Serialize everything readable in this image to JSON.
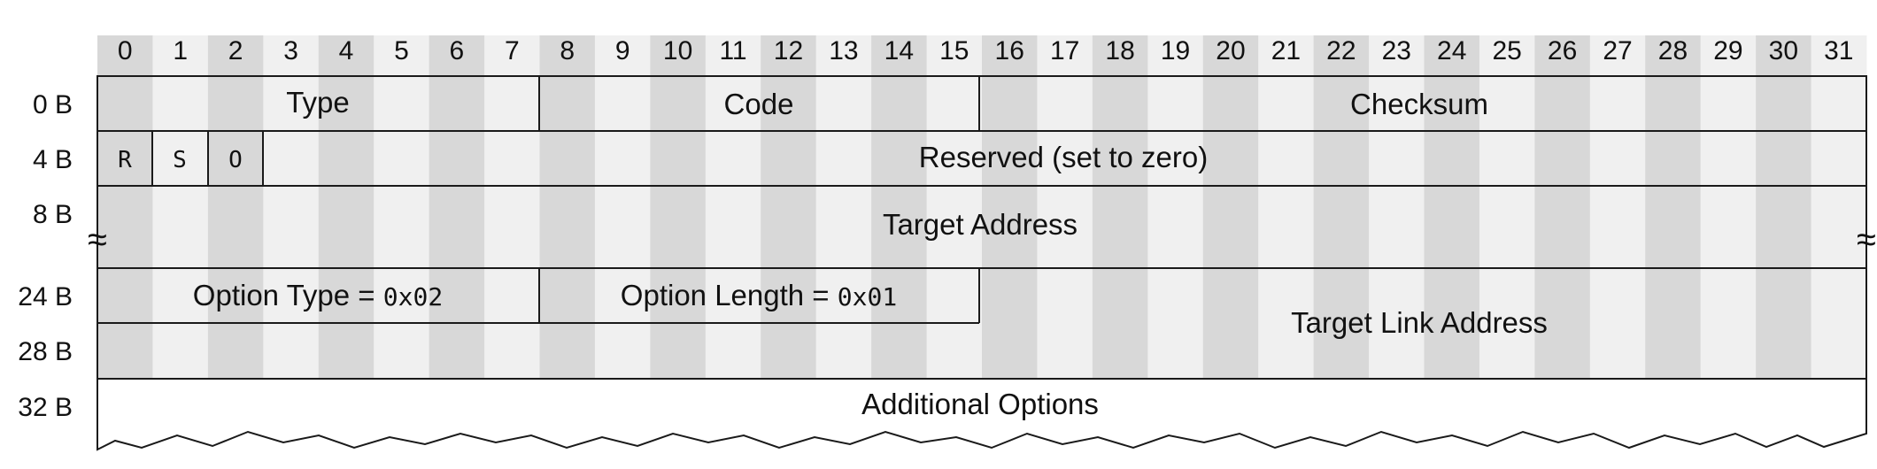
{
  "bit_numbers": [
    "0",
    "1",
    "2",
    "3",
    "4",
    "5",
    "6",
    "7",
    "8",
    "9",
    "10",
    "11",
    "12",
    "13",
    "14",
    "15",
    "16",
    "17",
    "18",
    "19",
    "20",
    "21",
    "22",
    "23",
    "24",
    "25",
    "26",
    "27",
    "28",
    "29",
    "30",
    "31"
  ],
  "byte_offsets": [
    "0 B",
    "4 B",
    "8 B",
    "24 B",
    "28 B",
    "32 B"
  ],
  "fields": {
    "type": "Type",
    "code": "Code",
    "checksum": "Checksum",
    "flag_r": "R",
    "flag_s": "S",
    "flag_o": "O",
    "reserved": "Reserved (set to zero)",
    "target_address": "Target Address",
    "option_type_label": "Option Type = ",
    "option_type_value": "0x02",
    "option_length_label": "Option Length = ",
    "option_length_value": "0x01",
    "target_link_address": "Target Link Address",
    "additional_options": "Additional Options"
  },
  "break_marker": "≈",
  "colors": {
    "column_light": "#f0f0f0",
    "column_dark": "#d8d8d8",
    "border": "#1a1a1a",
    "text": "#111111"
  }
}
